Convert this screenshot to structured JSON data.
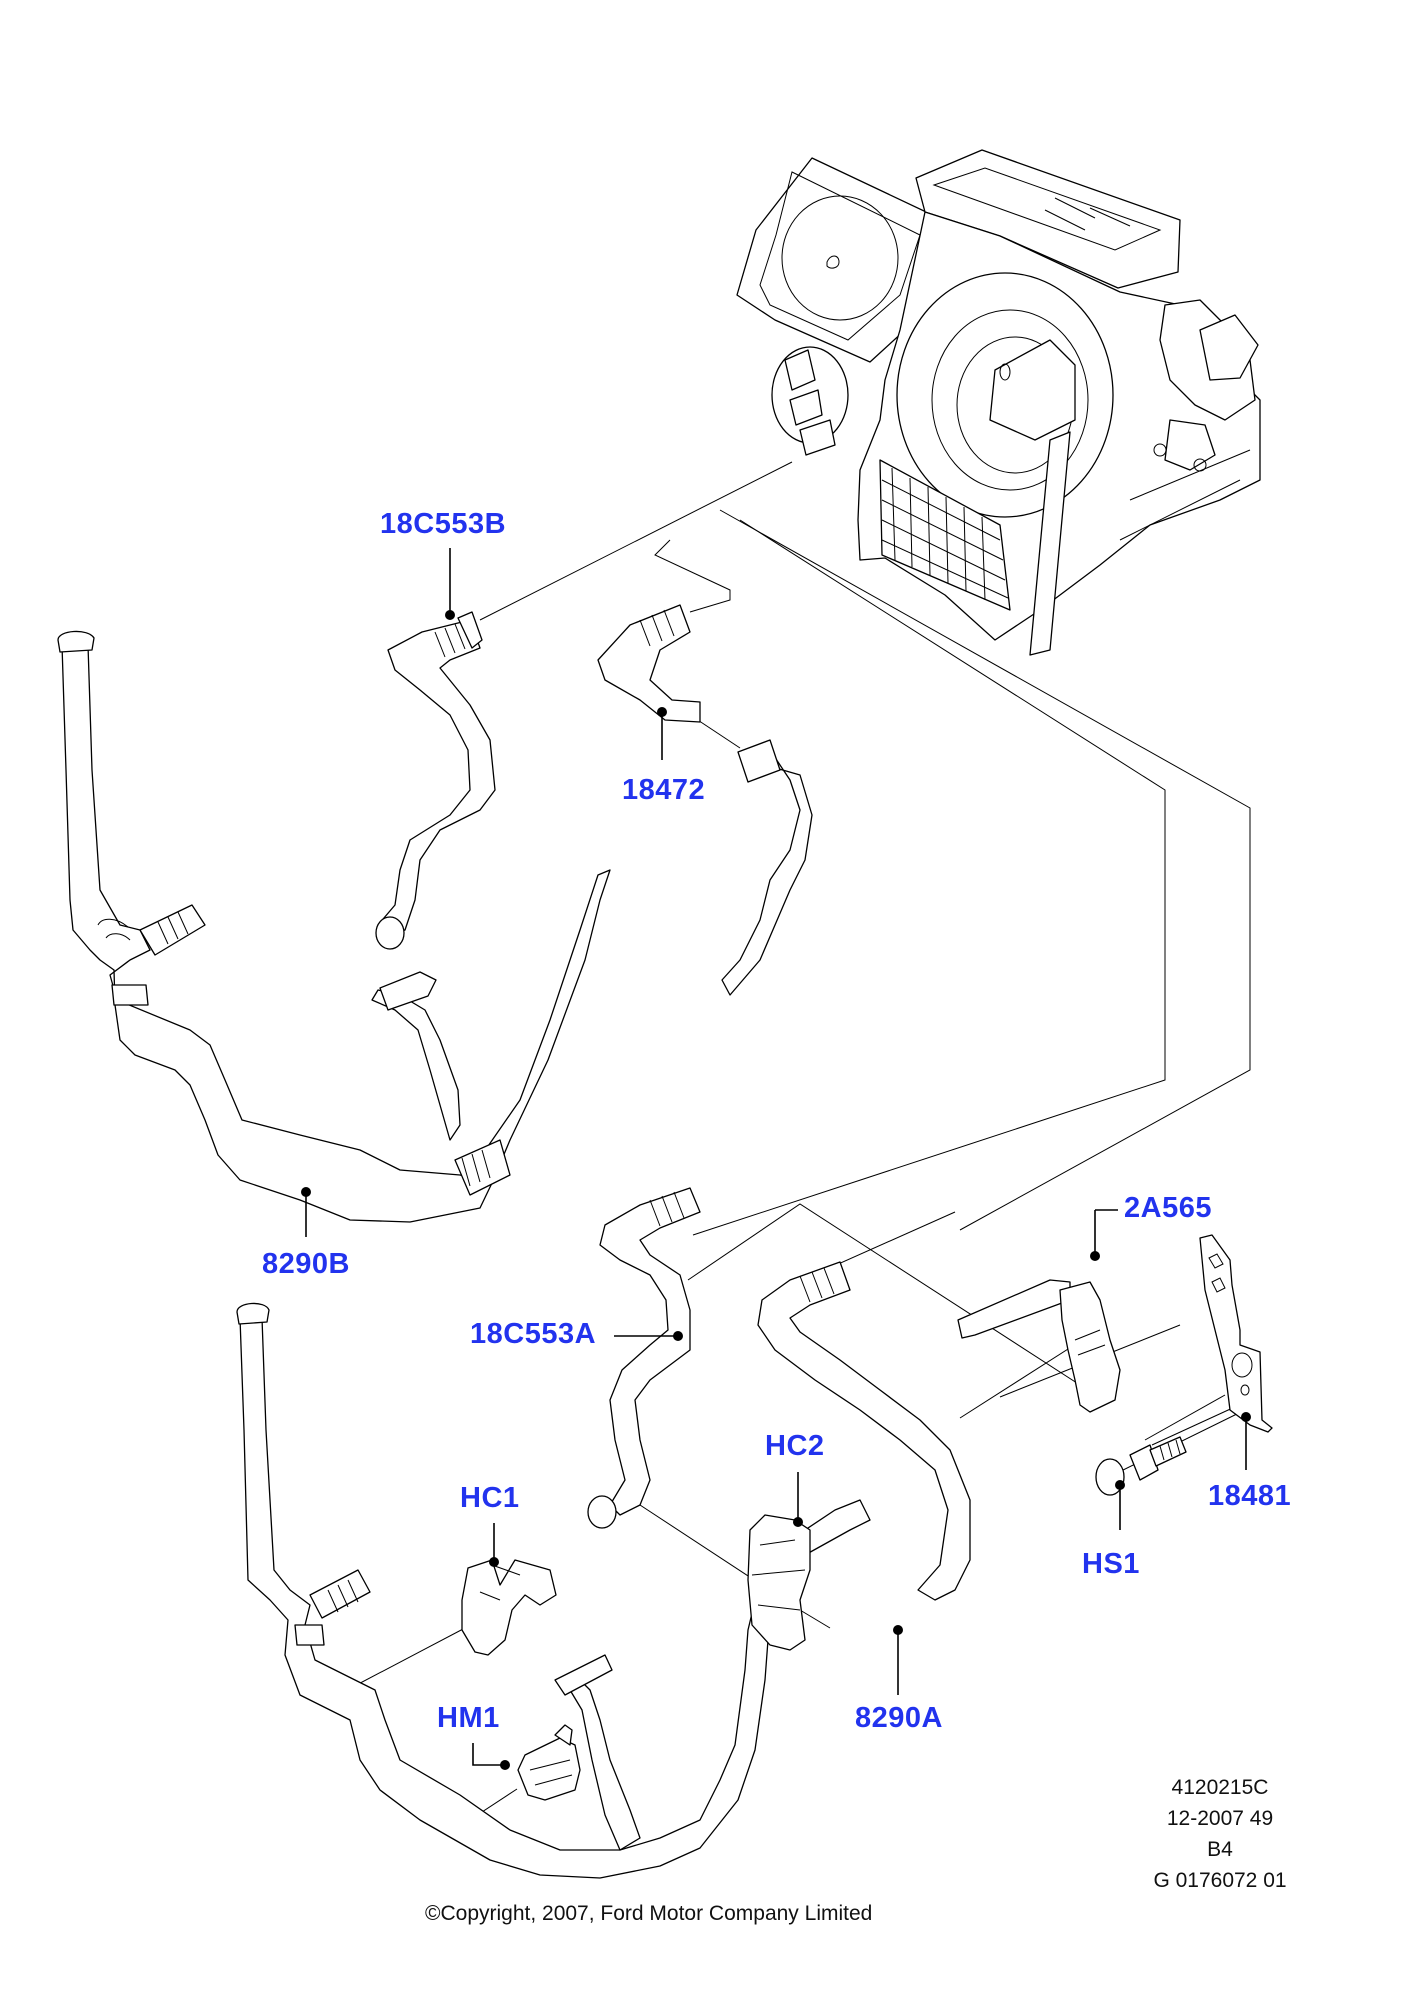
{
  "diagram": {
    "title": "Heater hoses and heater core connections",
    "label_color": "#2233ee",
    "line_color": "#000000",
    "background": "#ffffff",
    "callouts": [
      {
        "id": "18C553B",
        "label": "18C553B",
        "part": "heater-hose-upper"
      },
      {
        "id": "18472",
        "label": "18472",
        "part": "heater-hose-connector"
      },
      {
        "id": "8290B",
        "label": "8290B",
        "part": "coolant-hose-upper-assembly"
      },
      {
        "id": "2A565",
        "label": "2A565",
        "part": "hose-retaining-bracket"
      },
      {
        "id": "18C553A",
        "label": "18C553A",
        "part": "heater-hose-lower"
      },
      {
        "id": "HC2",
        "label": "HC2",
        "part": "hose-clip-2"
      },
      {
        "id": "HC1",
        "label": "HC1",
        "part": "hose-clip-1"
      },
      {
        "id": "18481",
        "label": "18481",
        "part": "mounting-bracket"
      },
      {
        "id": "HS1",
        "label": "HS1",
        "part": "hex-screw"
      },
      {
        "id": "HM1",
        "label": "HM1",
        "part": "hose-mount-clip"
      },
      {
        "id": "8290A",
        "label": "8290A",
        "part": "coolant-hose-lower-assembly"
      }
    ]
  },
  "footer": {
    "copyright": "©Copyright, 2007, Ford Motor Company Limited",
    "ref_lines": [
      "4120215C",
      "12-2007 49",
      "B4",
      "G 0176072 01"
    ]
  }
}
